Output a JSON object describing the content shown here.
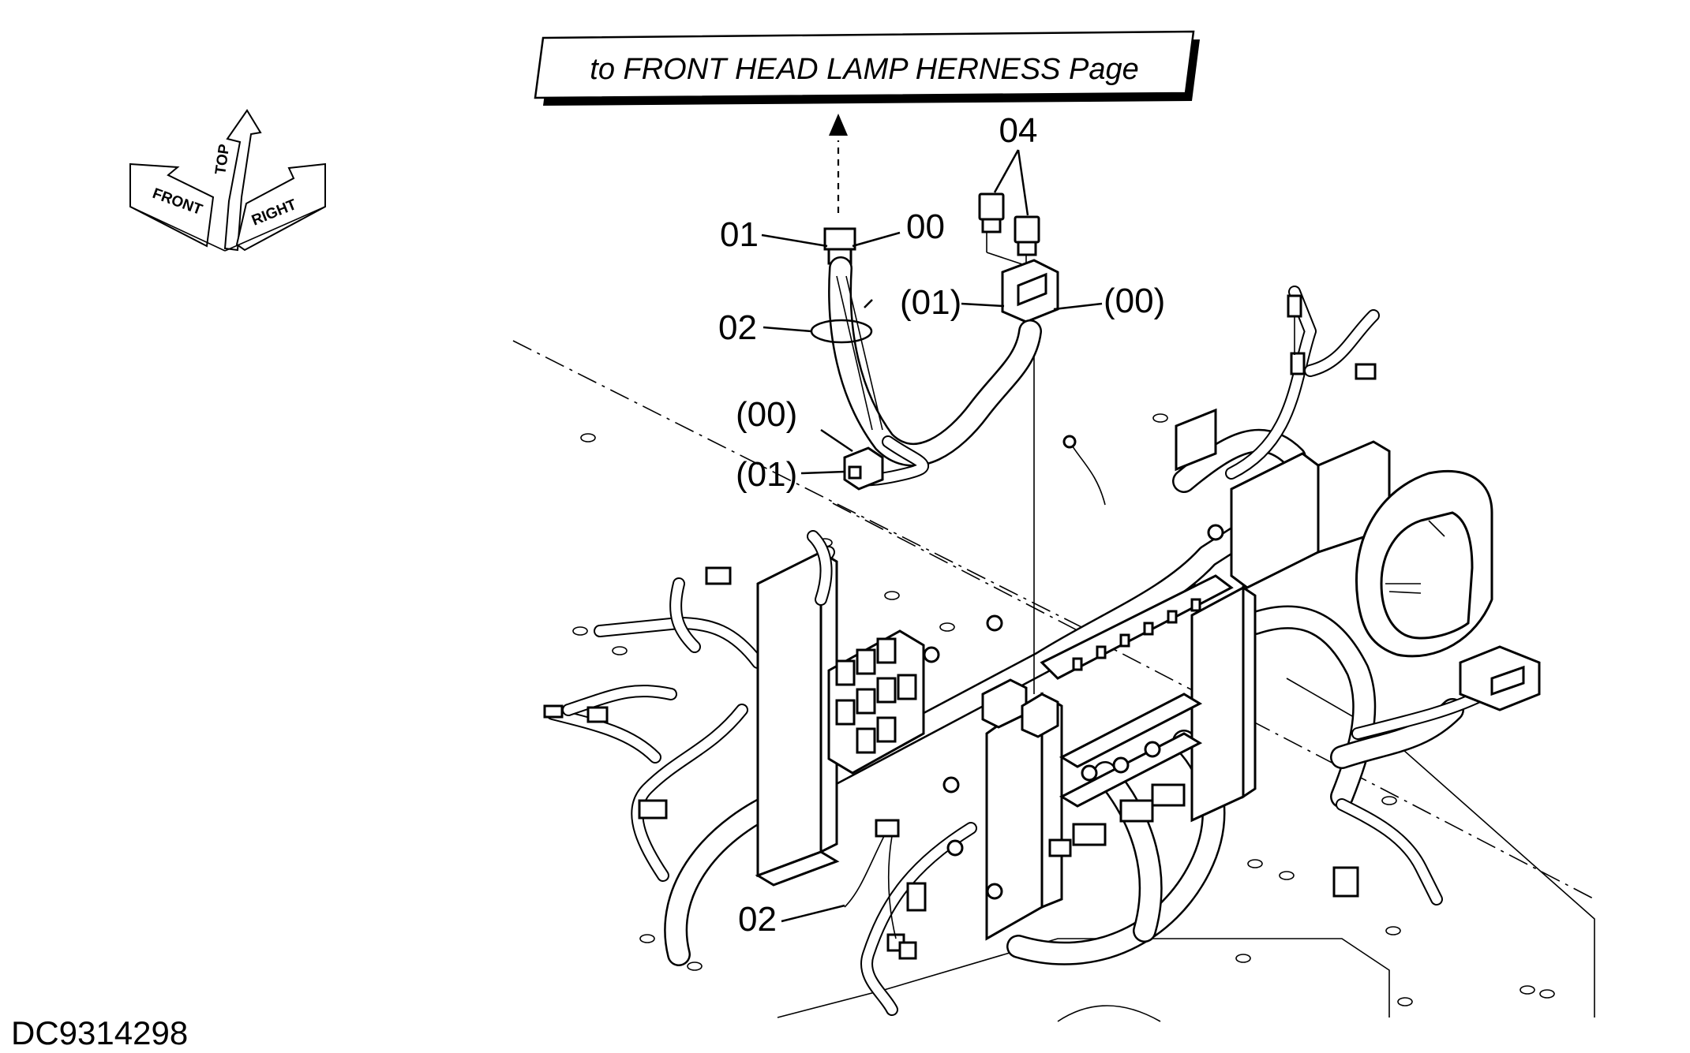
{
  "banner": {
    "text": "to FRONT HEAD LAMP HERNESS Page"
  },
  "orientation": {
    "front": "FRONT",
    "top": "TOP",
    "right": "RIGHT"
  },
  "callouts": {
    "c04": "04",
    "c01_top": "01",
    "c00_top": "00",
    "c01_relay": "(01)",
    "c00_relay": "(00)",
    "c02_top": "02",
    "c00_mid": "(00)",
    "c01_mid": "(01)",
    "c02_bottom": "02"
  },
  "drawing_code": "DC9314298"
}
